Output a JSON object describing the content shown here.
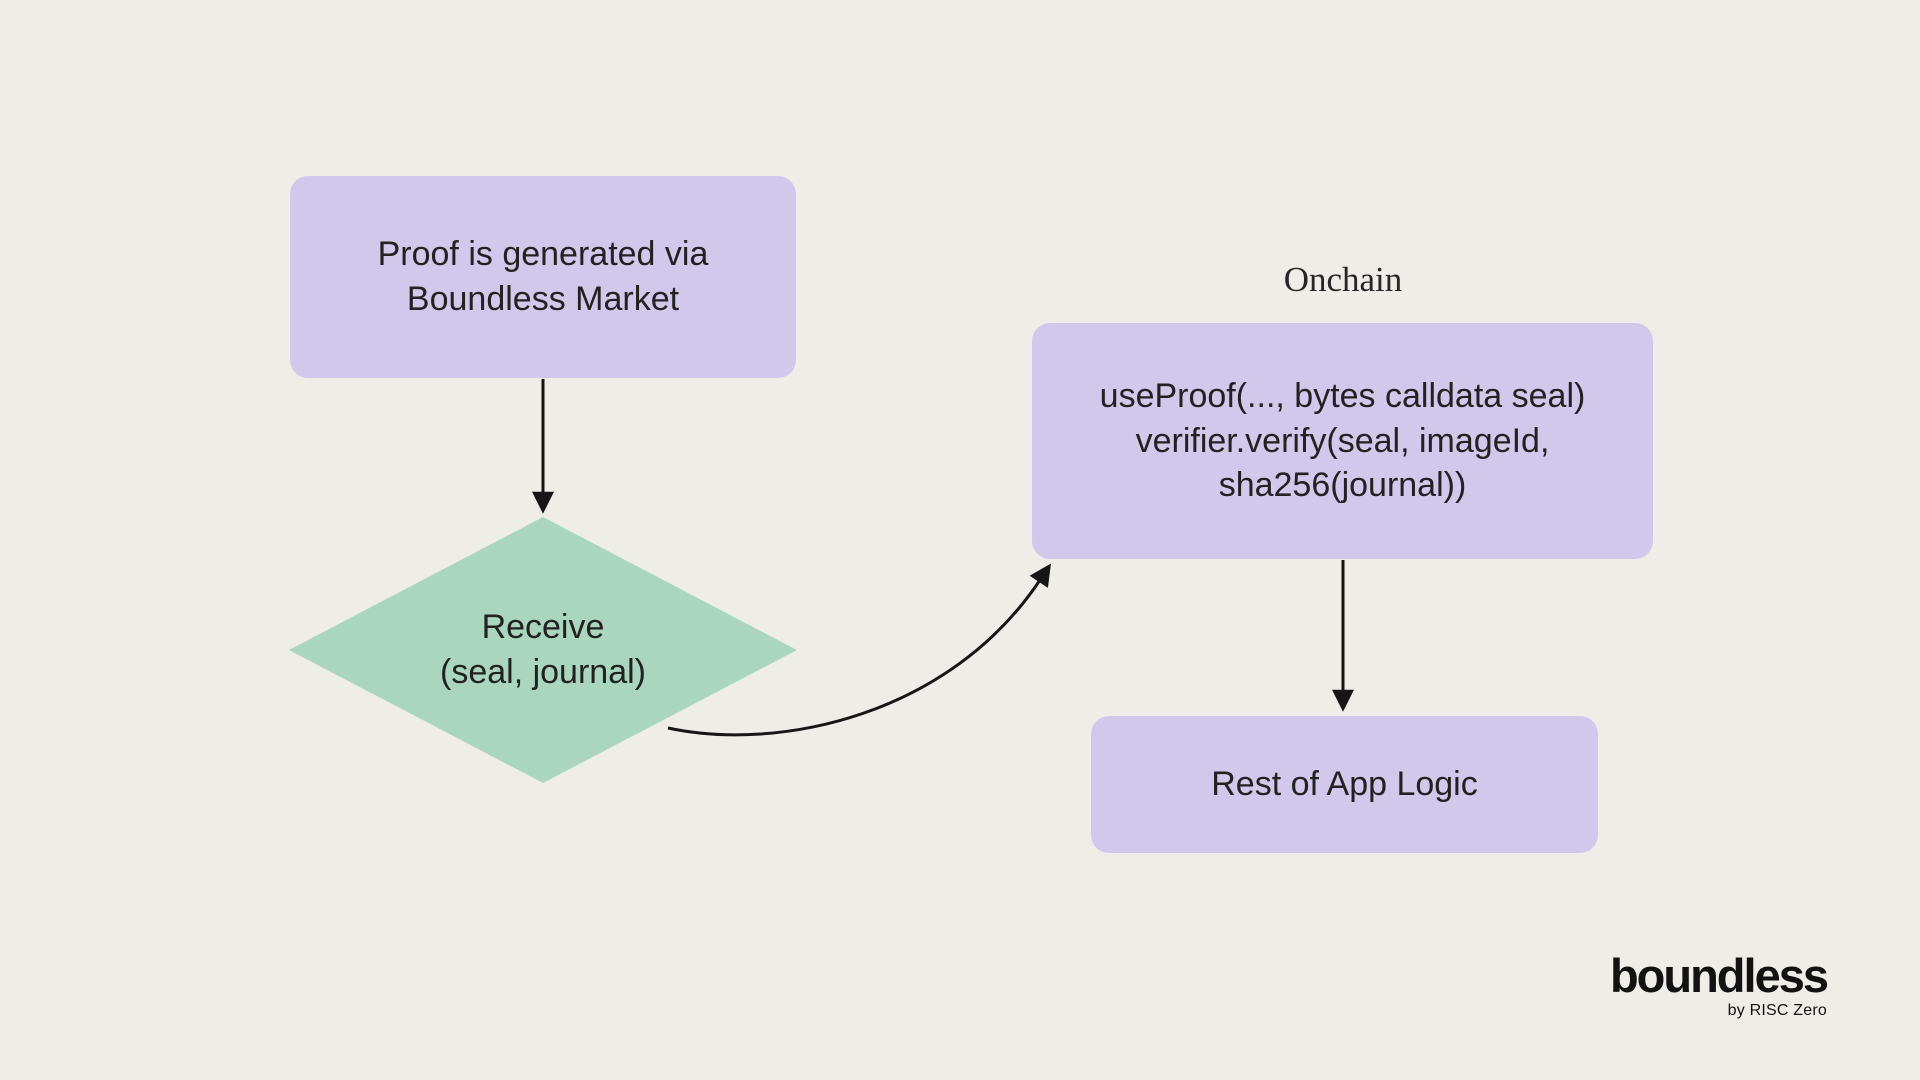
{
  "colors": {
    "background": "#efede8",
    "node_fill_purple": "#d2c8ec",
    "node_fill_green": "#aad6bf",
    "arrow_ink": "#161616",
    "text": "#222222"
  },
  "nodes": {
    "proof_source": {
      "label": "Proof is generated via\nBoundless Market"
    },
    "receive": {
      "label": "Receive\n(seal, journal)"
    },
    "onchain_call": {
      "label": "useProof(..., bytes calldata seal)\nverifier.verify(seal, imageId,\nsha256(journal))"
    },
    "app_logic": {
      "label": "Rest of App Logic"
    }
  },
  "annotations": {
    "onchain": "Onchain"
  },
  "logo": {
    "wordmark": "boundless",
    "byline": "by RISC Zero"
  }
}
